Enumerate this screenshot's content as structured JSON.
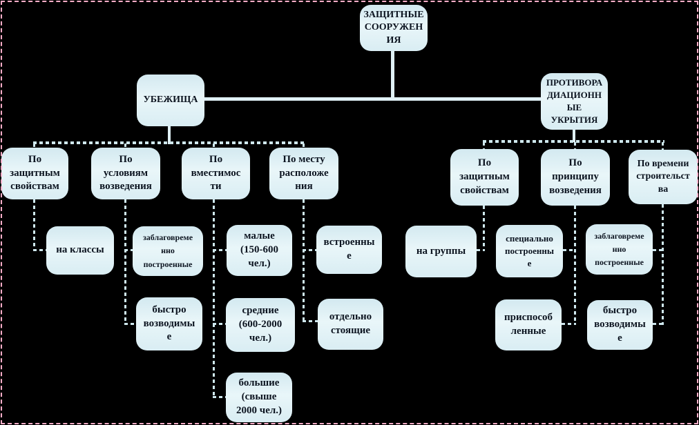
{
  "diagram": {
    "type": "hierarchy-flowchart",
    "language": "ru",
    "colors": {
      "background": "#000000",
      "frame_dashed": "#ffaec9",
      "box_fill": "#d9edf3",
      "box_text": "#0c1420",
      "connector": "#cfe8ee"
    }
  },
  "nodes": {
    "root": {
      "label": "ЗАЩИТНЫЕ\nСООРУЖЕН\nИЯ"
    },
    "ubezhishcha": {
      "label": "УБЕЖИЩА"
    },
    "pru": {
      "label": "ПРОТИВОРА\nДИАЦИОНН\nЫЕ\nУКРЫТИЯ"
    },
    "l_protective": {
      "label": "По\nзащитным\nсвойствам"
    },
    "l_conditions": {
      "label": "По\nусловиям\nвозведения"
    },
    "l_capacity": {
      "label": "По\nвместимос\nти"
    },
    "l_location": {
      "label": "По месту\nрасположе\nния"
    },
    "r_protective": {
      "label": "По\nзащитным\nсвойствам"
    },
    "r_principle": {
      "label": "По\nпринципу\nвозведения"
    },
    "r_time": {
      "label": "По времени\nстроительст\nва"
    },
    "na_klassy": {
      "label": "на классы"
    },
    "l_prebuilt": {
      "label": "заблаговреме\nнно\nпостроенные"
    },
    "l_rapid": {
      "label": "быстро\nвозводимы\nе"
    },
    "small": {
      "label": "малые\n(150-600\nчел.)"
    },
    "medium": {
      "label": "средние\n(600-2000\nчел.)"
    },
    "large": {
      "label": "большие\n(свыше\n2000 чел.)"
    },
    "builtin": {
      "label": "встроенны\nе"
    },
    "standalone": {
      "label": "отдельно\nстоящие"
    },
    "na_gruppy": {
      "label": "на группы"
    },
    "special": {
      "label": "специально\nпостроенны\nе"
    },
    "adapted": {
      "label": "приспособ\nленные"
    },
    "r_prebuilt": {
      "label": "заблаговреме\nнно\nпостроенные"
    },
    "r_rapid": {
      "label": "быстро\nвозводимы\nе"
    }
  }
}
